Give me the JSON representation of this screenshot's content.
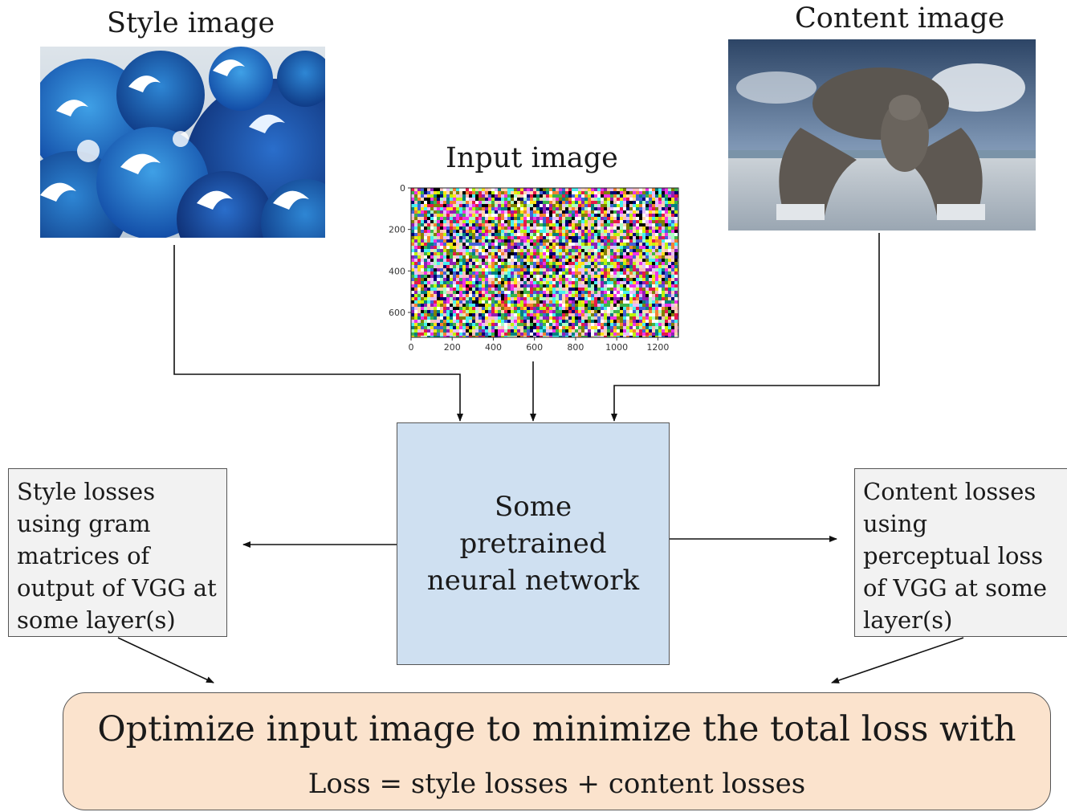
{
  "titles": {
    "style": "Style image",
    "input": "Input image",
    "content": "Content image"
  },
  "input_plot": {
    "x_ticks": [
      "0",
      "200",
      "400",
      "600",
      "800",
      "1000",
      "1200"
    ],
    "y_ticks": [
      "0",
      "200",
      "400",
      "600"
    ]
  },
  "network_box": {
    "label": "Some pretrained neural network"
  },
  "style_loss_box": {
    "label": "Style losses using gram matrices of output of VGG at some layer(s)"
  },
  "content_loss_box": {
    "label": "Content losses using perceptual loss of VGG at some layer(s)"
  },
  "optimize_box": {
    "line1": "Optimize input image to minimize the total loss with",
    "line2": "Loss = style losses + content losses"
  },
  "colors": {
    "network_fill": "#cfe0f1",
    "loss_box_fill": "#f2f2f2",
    "optimize_fill": "#fbe3cd"
  }
}
